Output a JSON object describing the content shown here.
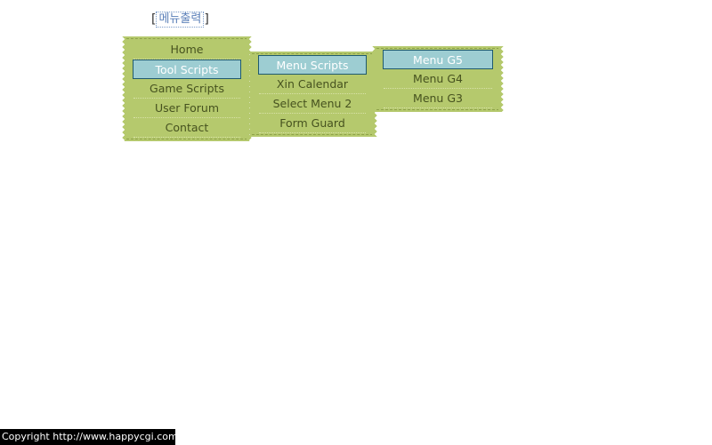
{
  "trigger": {
    "label": "메뉴출력",
    "open_bracket": "[",
    "close_bracket": "]"
  },
  "menu1": {
    "items": [
      "Home",
      "Tool Scripts",
      "Game Scripts",
      "User Forum",
      "Contact"
    ],
    "active_index": 1
  },
  "menu2": {
    "items": [
      "Menu Scripts",
      "Xin Calendar",
      "Select Menu 2",
      "Form Guard"
    ],
    "active_index": 0
  },
  "menu3": {
    "items": [
      "Menu G5",
      "Menu G4",
      "Menu G3"
    ],
    "active_index": 0
  },
  "footer": {
    "text": "Copyright   http://www.happycgi.com"
  },
  "colors": {
    "menu_bg": "#b5c96d",
    "active_bg": "#9dcdd2",
    "active_border": "#1f5a6e",
    "text": "#46521f",
    "trigger_text": "#5a7fb8"
  }
}
